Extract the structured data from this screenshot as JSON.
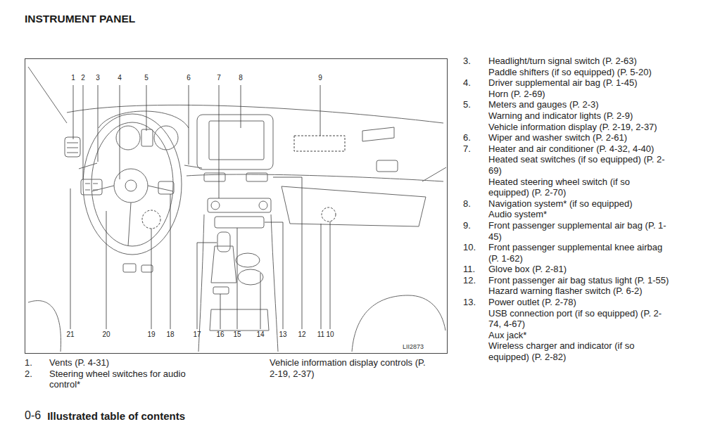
{
  "diagram": {
    "title": "INSTRUMENT PANEL",
    "labels": [
      "1",
      "2",
      "3",
      "4",
      "5",
      "6",
      "7",
      "8",
      "9",
      "21",
      "20",
      "19",
      "18",
      "17",
      "16",
      "15",
      "14",
      "13",
      "12",
      "11",
      "10",
      "LII2873",
      "1.",
      "Vents (P. 4-31)",
      "2.",
      "Steering wheel switches for audio control*",
      "Vehicle information display controls (P. 2-19, 2-37)",
      "3.",
      "Headlight/turn signal switch (P. 2-63)",
      "Paddle shifters (if so equipped) (P. 5-20)",
      "4.",
      "Driver supplemental air bag (P. 1-45)",
      "Horn (P. 2-69)",
      "5.",
      "Meters and gauges (P. 2-3)",
      "Warning and indicator lights (P. 2-9)",
      "Vehicle information display (P. 2-19, 2-37)",
      "6.",
      "Wiper and washer switch (P. 2-61)",
      "7.",
      "Heater and air conditioner (P. 4-32, 4-40)",
      "Heated seat switches (if so equipped) (P. 2-69)",
      "Heated steering wheel switch (if so equipped) (P. 2-70)",
      "8.",
      "Navigation system* (if so equipped)",
      "Audio system*",
      "9.",
      "Front passenger supplemental air bag (P. 1-45)",
      "10.",
      "Front passenger supplemental knee airbag (P. 1-62)",
      "11.",
      "Glove box (P. 2-81)",
      "12.",
      "Front passenger air bag status light (P. 1-55)",
      "Hazard warning flasher switch (P. 6-2)",
      "13.",
      "Power outlet (P. 2-78)",
      "USB connection port (if so equipped) (P. 2-74, 4-67)",
      "Aux jack*",
      "Wireless charger and indicator (if so equipped) (P. 2-82)",
      "0-6",
      "Illustrated table of contents"
    ]
  }
}
